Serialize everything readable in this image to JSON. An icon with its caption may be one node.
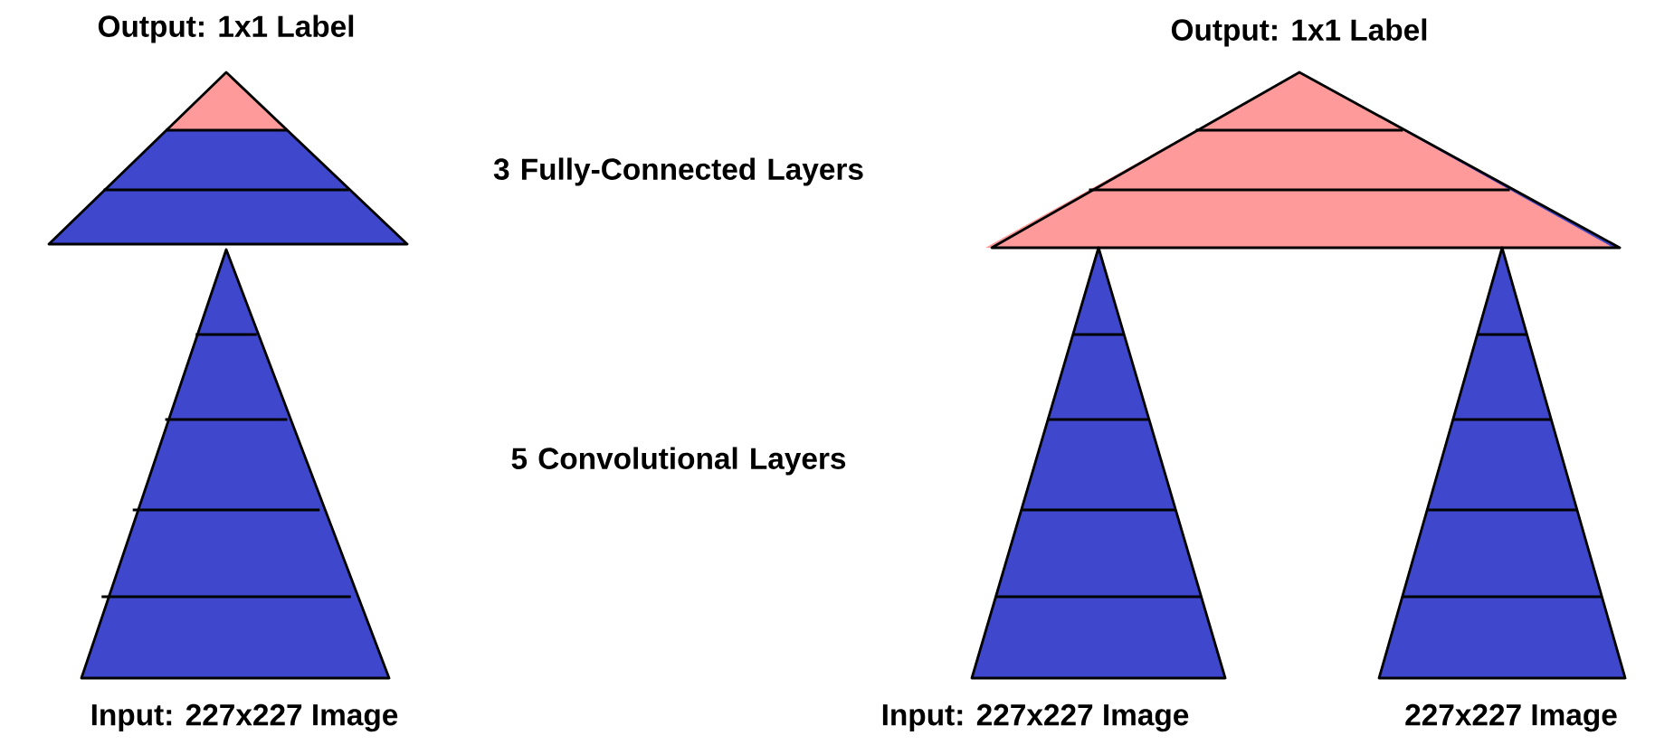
{
  "diagram": {
    "nodes": [
      {
        "text": [],
        "shape": "triangle",
        "beside": [
          "Output: 1x1 Label"
        ]
      },
      {
        "text": [],
        "shape": "triangle",
        "beside": [
          "Input: 227x227 Image"
        ]
      },
      {
        "text": [],
        "shape": "triangle",
        "beside": [
          "Output: 1x1 Label"
        ]
      },
      {
        "text": [],
        "shape": "triangle",
        "beside": [
          "Input: 227x227 Image"
        ]
      },
      {
        "text": [],
        "shape": "triangle",
        "beside": [
          "227x227 Image"
        ]
      }
    ],
    "labels": [
      "3 Fully-Connected Layers",
      "5 Convolutional Layers"
    ]
  }
}
